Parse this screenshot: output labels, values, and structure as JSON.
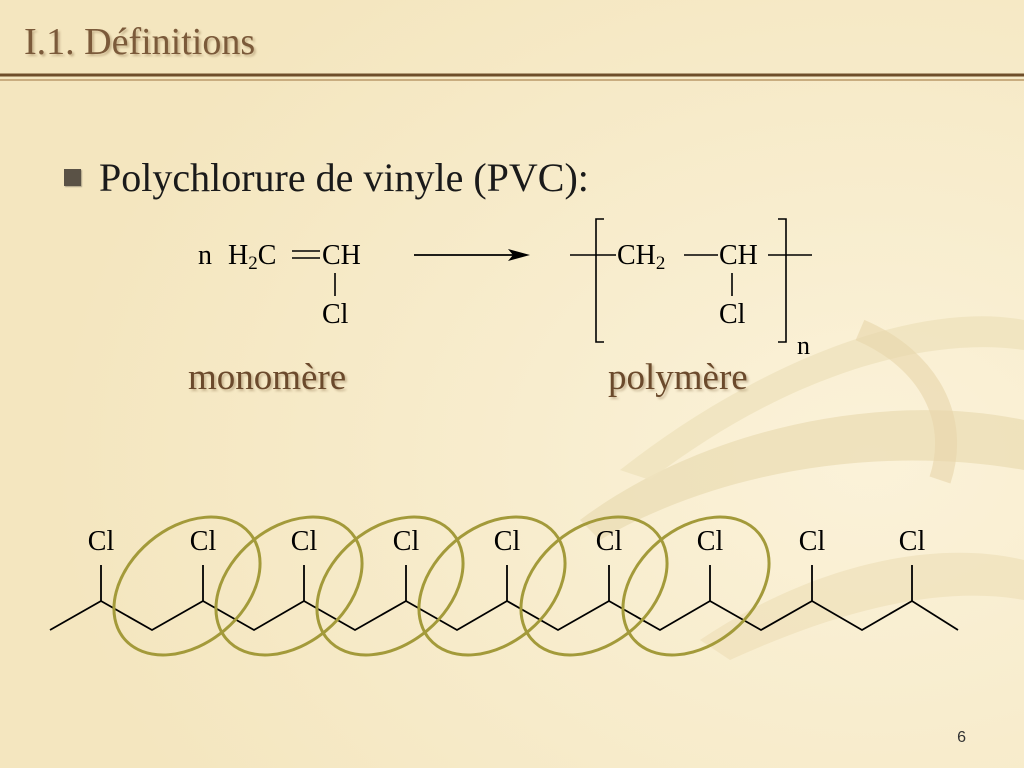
{
  "slide": {
    "title": "I.1. Définitions",
    "bullet": "Polychlorure de vinyle (PVC):",
    "page_number": "6"
  },
  "reaction": {
    "coefficient": "n",
    "monomer_left": "H",
    "monomer_left_sub": "2",
    "monomer_left_end": "C",
    "monomer_right": "CH",
    "monomer_substituent": "Cl",
    "polymer_left": "CH",
    "polymer_left_sub": "2",
    "polymer_right": "CH",
    "polymer_substituent": "Cl",
    "repeat_index": "n",
    "monomer_caption": "monomère",
    "polymer_caption": "polymère"
  },
  "chain": {
    "substituent_labels": [
      "Cl",
      "Cl",
      "Cl",
      "Cl",
      "Cl",
      "Cl",
      "Cl",
      "Cl",
      "Cl"
    ]
  },
  "colors": {
    "background": "#f6ebc9",
    "title_text": "#7b5a3a",
    "caption_text": "#6b4a2c",
    "title_rule": "#6e4e2a",
    "ellipse_stroke": "#a39a3a"
  }
}
